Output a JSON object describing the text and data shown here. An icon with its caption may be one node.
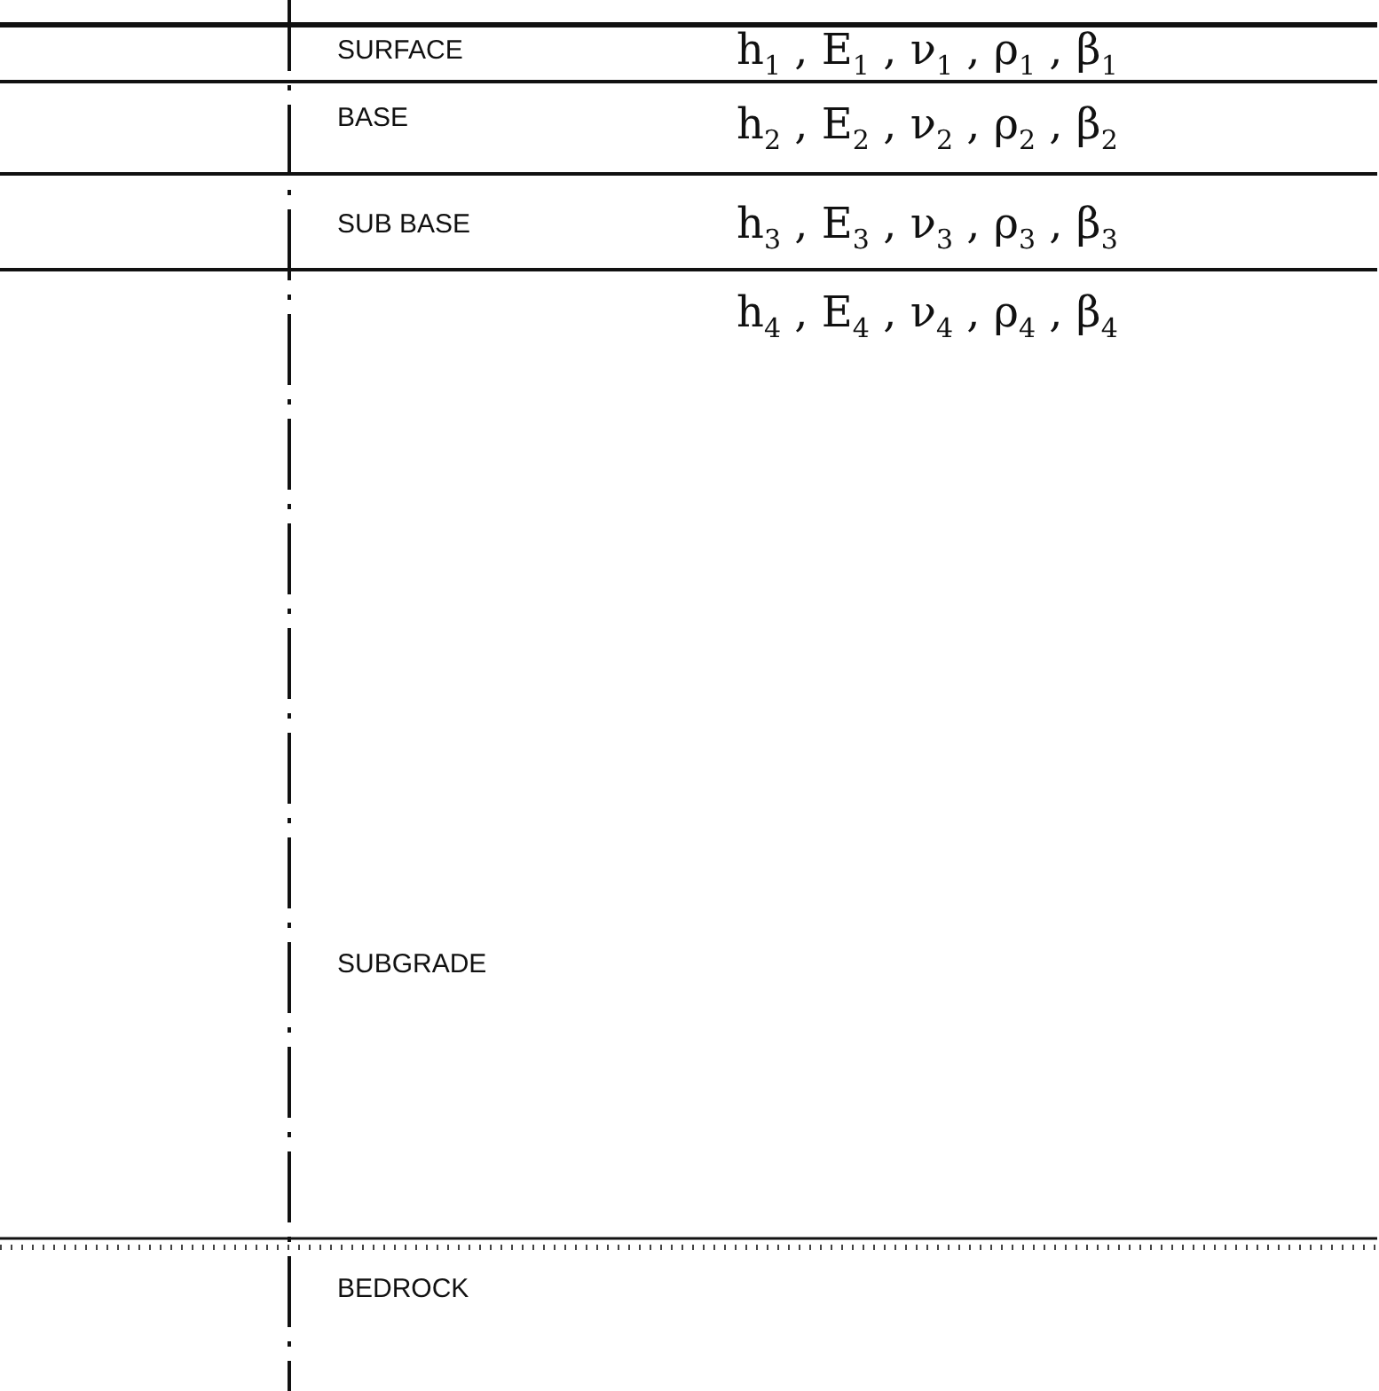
{
  "diagram": {
    "labels": [
      "SURFACE",
      "h$_{1}$ , E$_{1}$ , ν$_{1}$ , ρ$_{1}$ , β$_{1}$",
      "BASE",
      "h$_{2}$ , E$_{2}$ , ν$_{2}$ , ρ$_{2}$ , β$_{2}$",
      "SUB BASE",
      "h$_{3}$ , E$_{3}$ , ν$_{3}$ , ρ$_{3}$ , β$_{3}$",
      "h$_{4}$ , E$_{4}$ , ν$_{4}$ , ρ$_{4}$ , β$_{4}$",
      "SUBGRADE",
      "BEDROCK"
    ]
  }
}
